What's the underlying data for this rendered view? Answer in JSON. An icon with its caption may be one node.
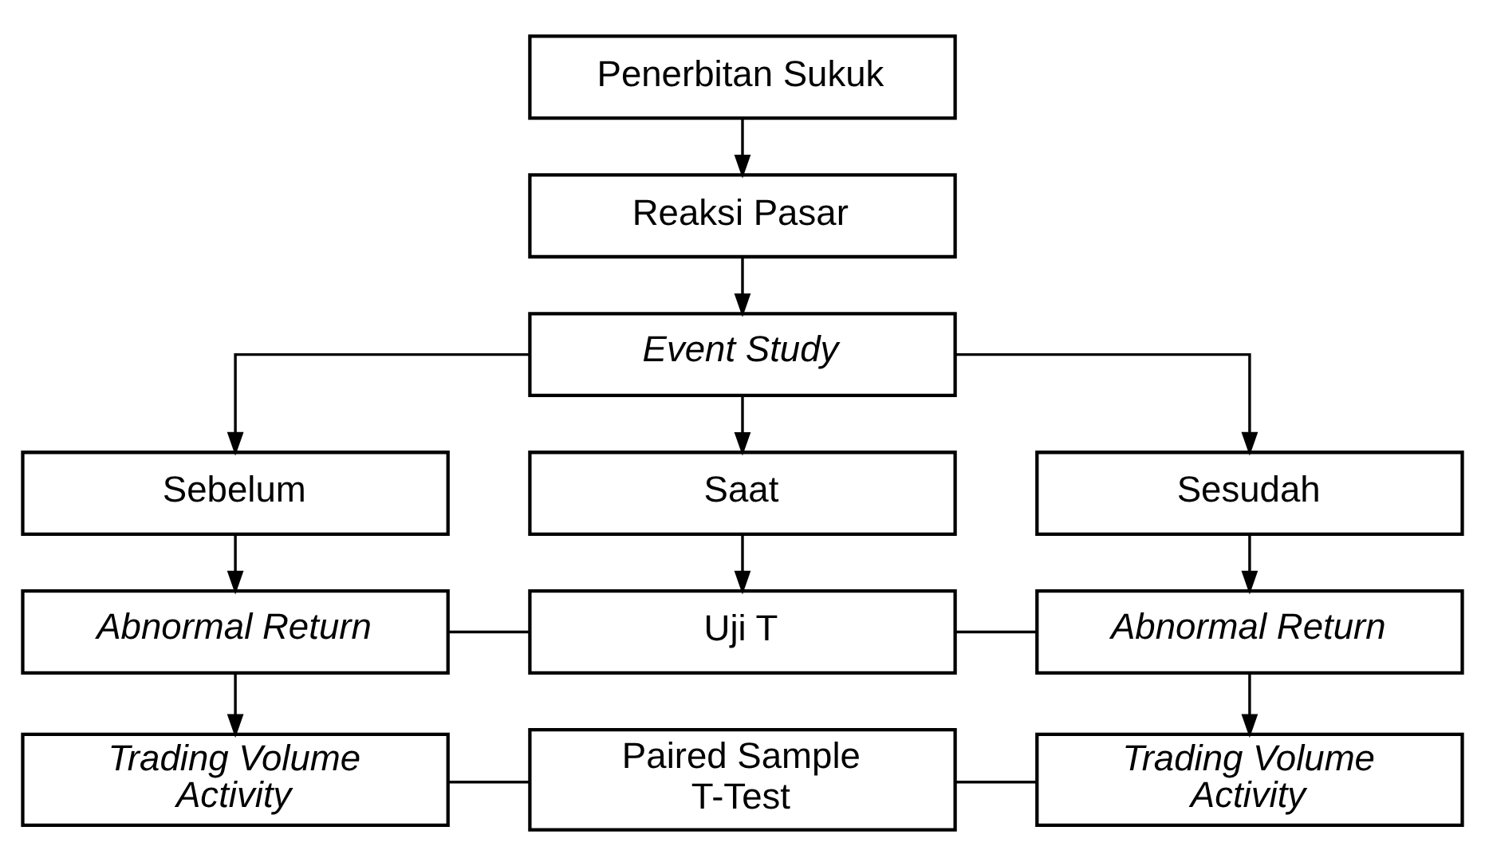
{
  "diagram": {
    "nodes": [
      {
        "text": [
          "Penerbitan Sukuk"
        ]
      },
      {
        "text": [
          "Reaksi Pasar"
        ]
      },
      {
        "text": [
          "Event Study"
        ]
      },
      {
        "text": [
          "Sebelum"
        ]
      },
      {
        "text": [
          "Saat"
        ]
      },
      {
        "text": [
          "Sesudah"
        ]
      },
      {
        "text": [
          "Abnormal Return"
        ]
      },
      {
        "text": [
          "Uji T"
        ]
      },
      {
        "text": [
          "Abnormal Return"
        ]
      },
      {
        "text": [
          "Trading Volume Activity"
        ]
      },
      {
        "text": [
          "Paired Sample T-Test"
        ]
      },
      {
        "text": [
          "Trading Volume Activity"
        ]
      }
    ],
    "edges": [
      {
        "from": 0,
        "to": 1,
        "arrow": "to"
      },
      {
        "from": 1,
        "to": 2,
        "arrow": "to"
      },
      {
        "from": 2,
        "to": 3,
        "arrow": "to"
      },
      {
        "from": 2,
        "to": 4,
        "arrow": "to"
      },
      {
        "from": 2,
        "to": 5,
        "arrow": "to"
      },
      {
        "from": 3,
        "to": 6,
        "arrow": "to"
      },
      {
        "from": 4,
        "to": 7,
        "arrow": "to"
      },
      {
        "from": 5,
        "to": 8,
        "arrow": "to"
      },
      {
        "from": 6,
        "to": 7,
        "arrow": "none"
      },
      {
        "from": 7,
        "to": 8,
        "arrow": "none"
      },
      {
        "from": 6,
        "to": 9,
        "arrow": "to"
      },
      {
        "from": 8,
        "to": 11,
        "arrow": "to"
      },
      {
        "from": 9,
        "to": 10,
        "arrow": "none"
      },
      {
        "from": 10,
        "to": 11,
        "arrow": "none"
      }
    ]
  }
}
